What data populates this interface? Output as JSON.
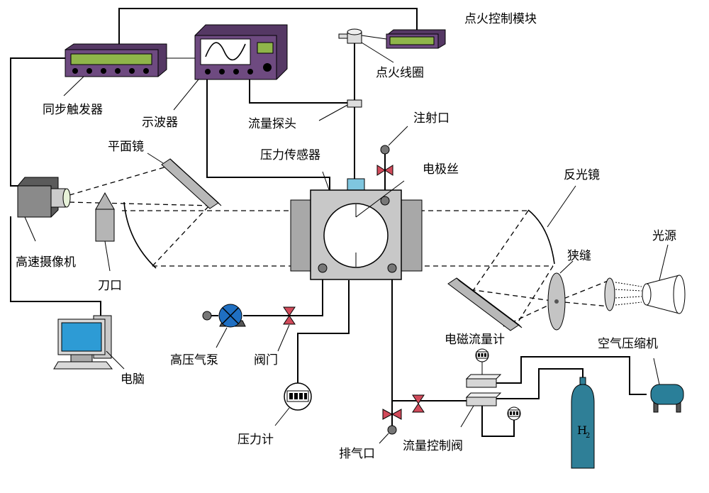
{
  "labels": {
    "ignition_module": "点火控制模块",
    "ignition_coil": "点火线圈",
    "sync_trigger": "同步触发器",
    "oscilloscope": "示波器",
    "flow_probe": "流量探头",
    "injection_port": "注射口",
    "plane_mirror": "平面镜",
    "pressure_sensor": "压力传感器",
    "electrode_wire": "电极丝",
    "reflector": "反光镜",
    "light_source": "光源",
    "slit": "狭缝",
    "high_speed_camera": "高速摄像机",
    "knife_edge": "刀口",
    "computer": "电脑",
    "high_pressure_pump": "高压气泵",
    "valve": "阀门",
    "em_flowmeter": "电磁流量计",
    "air_compressor": "空气压缩机",
    "pressure_gauge": "压力计",
    "exhaust_port": "排气口",
    "flow_control_valve": "流量控制阀",
    "h2_symbol": "H",
    "h2_subscript": "2"
  },
  "colors": {
    "instrument_purple": "#6e4a80",
    "instrument_dark": "#553864",
    "display_green": "#8fb54a",
    "chamber_gray": "#c8c8c8",
    "pump_blue": "#1f6fc2",
    "valve_red": "#d14a5a",
    "h2_cylinder": "#2f7f97",
    "compressor": "#2a7f99",
    "sensor_blue": "#7fc6df",
    "monitor_blue": "#2d9bd5"
  }
}
